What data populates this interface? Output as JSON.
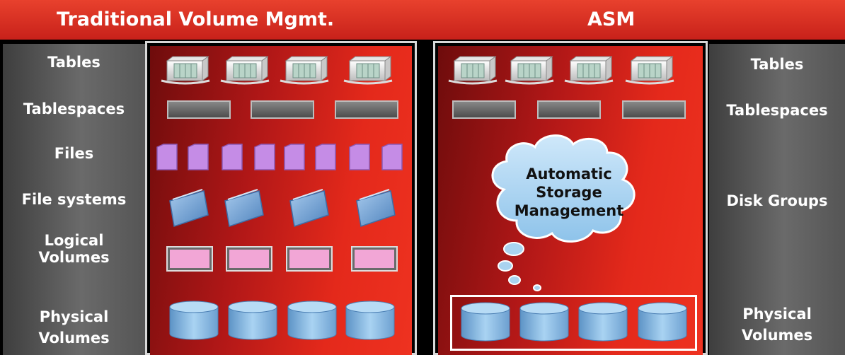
{
  "header": {
    "left_title": "Traditional Volume Mgmt.",
    "right_title": "ASM"
  },
  "left_labels": [
    {
      "line1": "Tables",
      "line2": ""
    },
    {
      "line1": "Tablespaces",
      "line2": ""
    },
    {
      "line1": "Files",
      "line2": ""
    },
    {
      "line1": "File systems",
      "line2": ""
    },
    {
      "line1": "Logical",
      "line2": "Volumes"
    },
    {
      "line1": "Physical",
      "line2": "Volumes"
    }
  ],
  "right_labels": [
    {
      "line1": "Tables",
      "line2": ""
    },
    {
      "line1": "Tablespaces",
      "line2": ""
    },
    {
      "line1": "Disk Groups",
      "line2": ""
    },
    {
      "line1": "Physical",
      "line2": "Volumes"
    }
  ],
  "cloud": {
    "line1": "Automatic",
    "line2": "Storage",
    "line3": "Management"
  },
  "colors": {
    "header_red": "#d42a1c",
    "panel_red": "#e4291b",
    "label_gray": "#5a5a5a",
    "file_purple": "#c58ce6",
    "folder_blue": "#6c9fd0",
    "volume_pink": "#f2a6d6",
    "disk_blue": "#8cbfe8",
    "cloud_blue": "#a9d3f0"
  },
  "icons": {
    "table": "table-icon",
    "tablespace": "tablespace-icon",
    "file": "file-icon",
    "folder": "folder-icon",
    "logical_volume": "logical-volume-icon",
    "disk": "disk-cylinder-icon",
    "cloud": "thought-cloud-icon"
  }
}
